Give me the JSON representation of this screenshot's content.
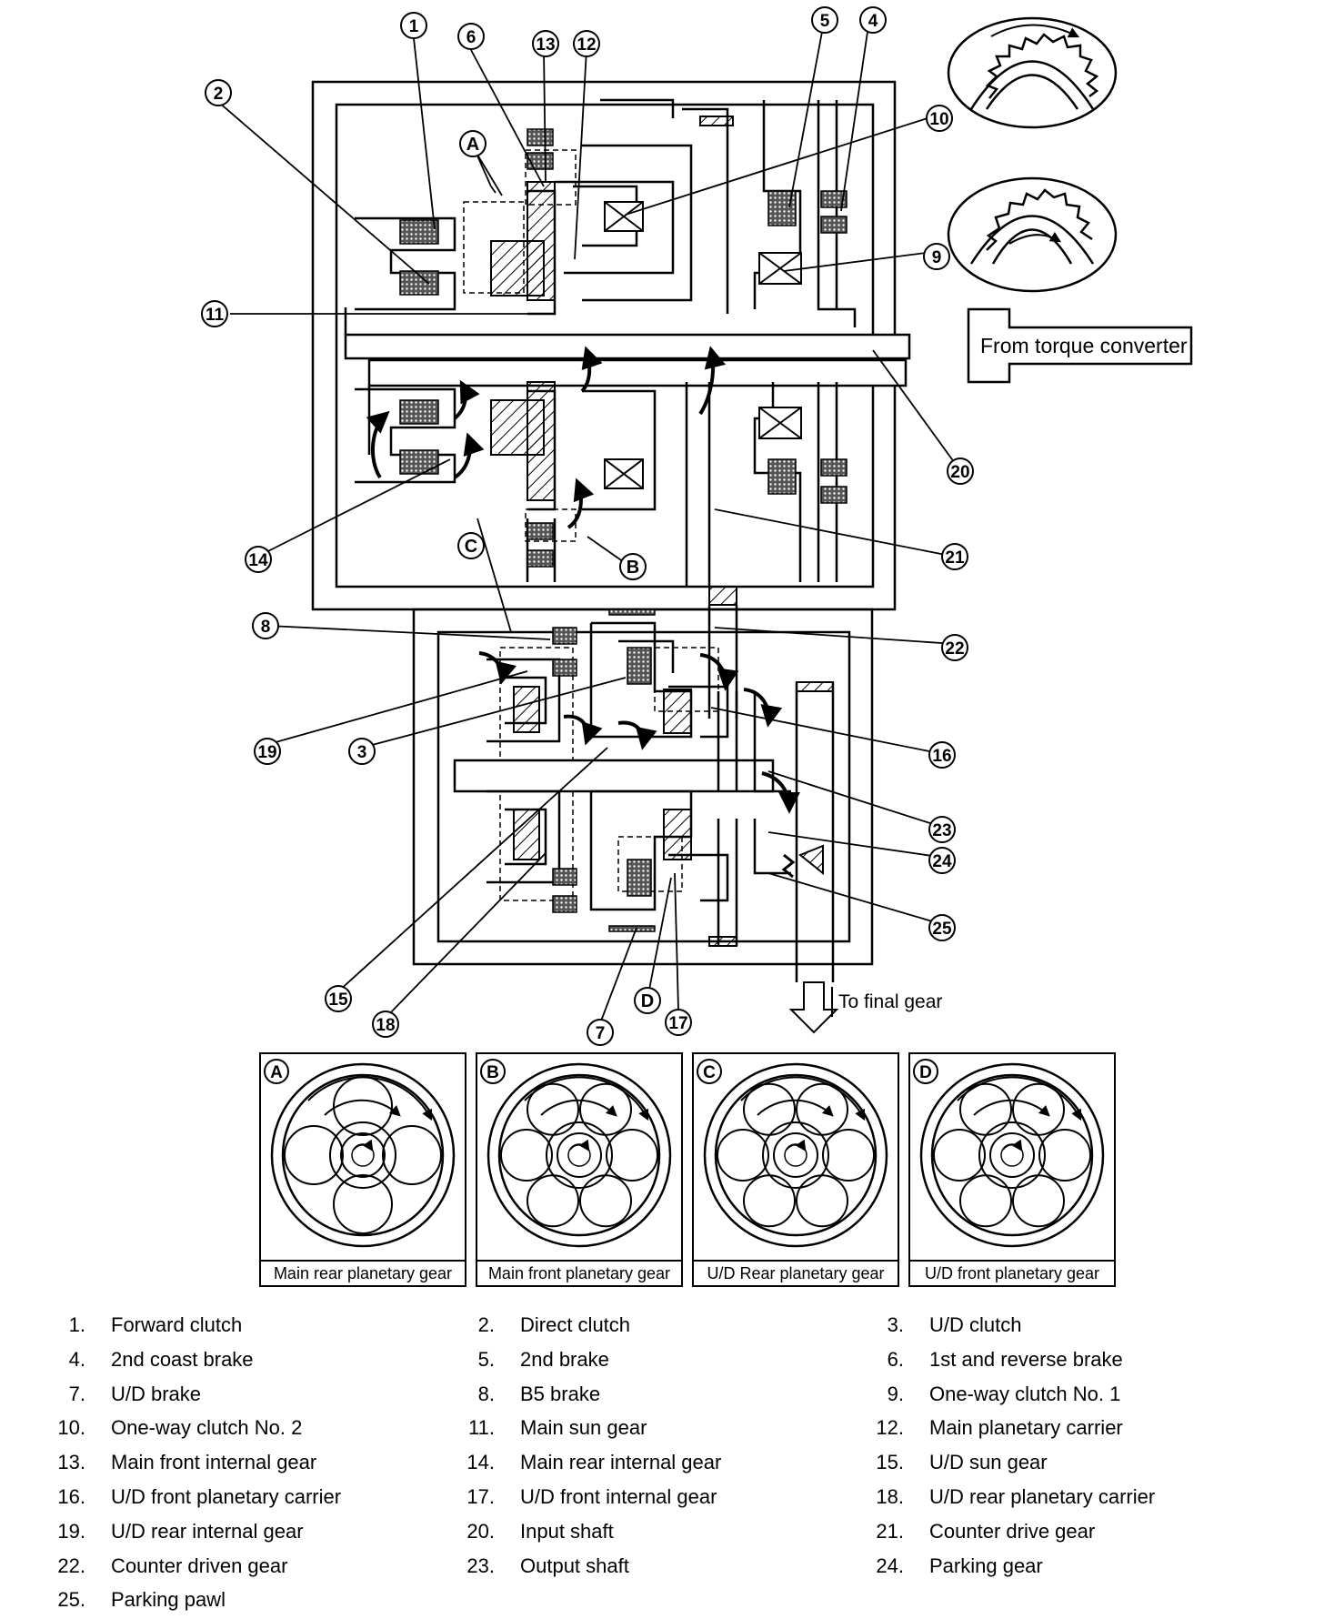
{
  "diagram": {
    "input_label": "From torque converter",
    "output_label": "To final gear",
    "callouts": [
      "1",
      "2",
      "3",
      "4",
      "5",
      "6",
      "7",
      "8",
      "9",
      "10",
      "11",
      "12",
      "13",
      "14",
      "15",
      "16",
      "17",
      "18",
      "19",
      "20",
      "21",
      "22",
      "23",
      "24",
      "25"
    ],
    "detail_letters": [
      "A",
      "B",
      "C",
      "D"
    ]
  },
  "panels": [
    {
      "letter": "A",
      "caption": "Main rear planetary gear"
    },
    {
      "letter": "B",
      "caption": "Main front planetary gear"
    },
    {
      "letter": "C",
      "caption": "U/D Rear planetary gear"
    },
    {
      "letter": "D",
      "caption": "U/D front planetary gear"
    }
  ],
  "legend": [
    {
      "num": "1.",
      "name": "Forward clutch"
    },
    {
      "num": "2.",
      "name": "Direct clutch"
    },
    {
      "num": "3.",
      "name": "U/D clutch"
    },
    {
      "num": "4.",
      "name": "2nd coast brake"
    },
    {
      "num": "5.",
      "name": "2nd brake"
    },
    {
      "num": "6.",
      "name": "1st and reverse brake"
    },
    {
      "num": "7.",
      "name": "U/D brake"
    },
    {
      "num": "8.",
      "name": "B5 brake"
    },
    {
      "num": "9.",
      "name": "One-way clutch No. 1"
    },
    {
      "num": "10.",
      "name": "One-way clutch No. 2"
    },
    {
      "num": "11.",
      "name": "Main sun gear"
    },
    {
      "num": "12.",
      "name": "Main planetary carrier"
    },
    {
      "num": "13.",
      "name": "Main front internal gear"
    },
    {
      "num": "14.",
      "name": "Main rear internal gear"
    },
    {
      "num": "15.",
      "name": "U/D sun gear"
    },
    {
      "num": "16.",
      "name": "U/D front planetary carrier"
    },
    {
      "num": "17.",
      "name": "U/D front internal gear"
    },
    {
      "num": "18.",
      "name": "U/D rear planetary carrier"
    },
    {
      "num": "19.",
      "name": "U/D rear internal gear"
    },
    {
      "num": "20.",
      "name": "Input shaft"
    },
    {
      "num": "21.",
      "name": "Counter drive gear"
    },
    {
      "num": "22.",
      "name": "Counter driven gear"
    },
    {
      "num": "23.",
      "name": "Output shaft"
    },
    {
      "num": "24.",
      "name": "Parking gear"
    },
    {
      "num": "25.",
      "name": "Parking pawl"
    }
  ]
}
